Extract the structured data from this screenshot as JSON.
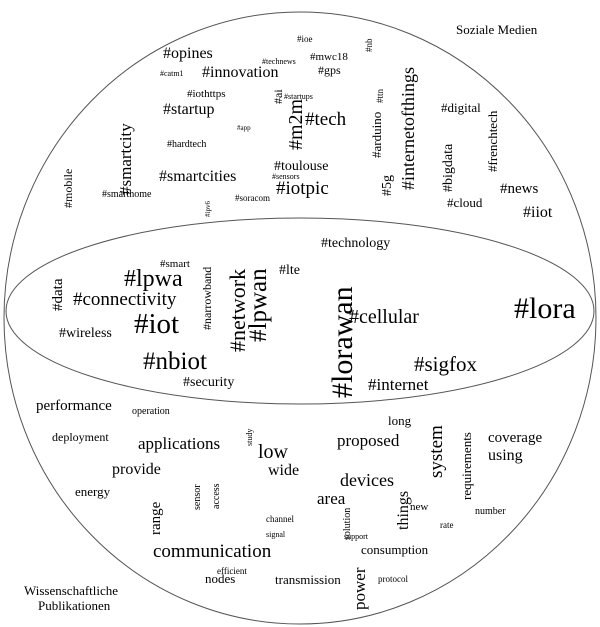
{
  "labels": {
    "social": "Soziale Medien",
    "science_line1": "Wissenschaftliche",
    "science_line2": "Publikationen"
  },
  "words": {
    "social": [
      "#opines",
      "#ioe",
      "#nb",
      "#technews",
      "#mwc18",
      "#gps",
      "#catm1",
      "#innovation",
      "#internetofthings",
      "#iothttps",
      "#smartcity",
      "#startup",
      "#ai",
      "#startups",
      "#m2m",
      "#ttn",
      "#tech",
      "#app",
      "#hardtech",
      "#arduino",
      "#digital",
      "#frenchtech",
      "#mobile",
      "#smartcities",
      "#toulouse",
      "#sensors",
      "#iotpic",
      "#5g",
      "#bigdata",
      "#news",
      "#smarthome",
      "#ipv6",
      "#soracom",
      "#cloud",
      "#iiot"
    ],
    "shared": [
      "#technology",
      "#smart",
      "#narrowband",
      "#lpwa",
      "#network",
      "#lpwan",
      "#lte",
      "#lorawan",
      "#lora",
      "#data",
      "#connectivity",
      "#cellular",
      "#wireless",
      "#iot",
      "#nbiot",
      "#sigfox",
      "#security",
      "#internet"
    ],
    "science": [
      "performance",
      "operation",
      "long",
      "system",
      "deployment",
      "applications",
      "study",
      "low",
      "proposed",
      "coverage",
      "using",
      "requirements",
      "provide",
      "wide",
      "access",
      "sensor",
      "energy",
      "devices",
      "area",
      "new",
      "number",
      "solution",
      "things",
      "rate",
      "range",
      "channel",
      "signal",
      "support",
      "communication",
      "consumption",
      "efficient",
      "nodes",
      "transmission",
      "power",
      "protocol"
    ]
  }
}
